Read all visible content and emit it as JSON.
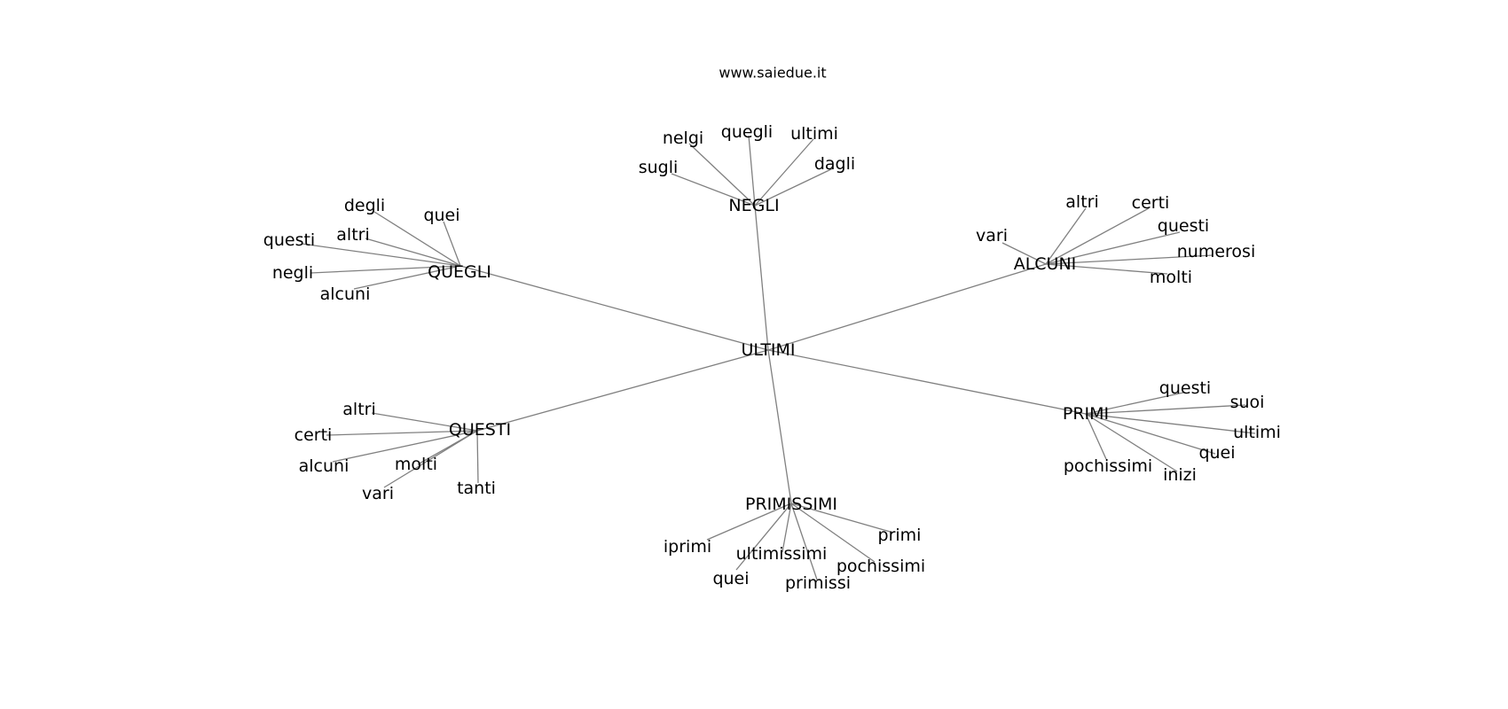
{
  "watermark": "www.saiedue.it",
  "center": "ULTIMI",
  "groups": [
    {
      "hub": "NEGLI",
      "leaves": [
        "sugli",
        "nelgi",
        "quegli",
        "ultimi",
        "dagli"
      ]
    },
    {
      "hub": "QUEGLI",
      "leaves": [
        "degli",
        "quei",
        "questi",
        "altri",
        "negli",
        "alcuni"
      ]
    },
    {
      "hub": "ALCUNI",
      "leaves": [
        "vari",
        "altri",
        "certi",
        "questi",
        "numerosi",
        "molti"
      ]
    },
    {
      "hub": "QUESTI",
      "leaves": [
        "altri",
        "certi",
        "alcuni",
        "molti",
        "vari",
        "tanti"
      ]
    },
    {
      "hub": "PRIMI",
      "leaves": [
        "questi",
        "suoi",
        "ultimi",
        "quei",
        "inizi",
        "pochissimi"
      ]
    },
    {
      "hub": "PRIMISSIMI",
      "leaves": [
        "iprimi",
        "ultimissimi",
        "quei",
        "primissi",
        "pochissimi",
        "primi"
      ]
    }
  ]
}
